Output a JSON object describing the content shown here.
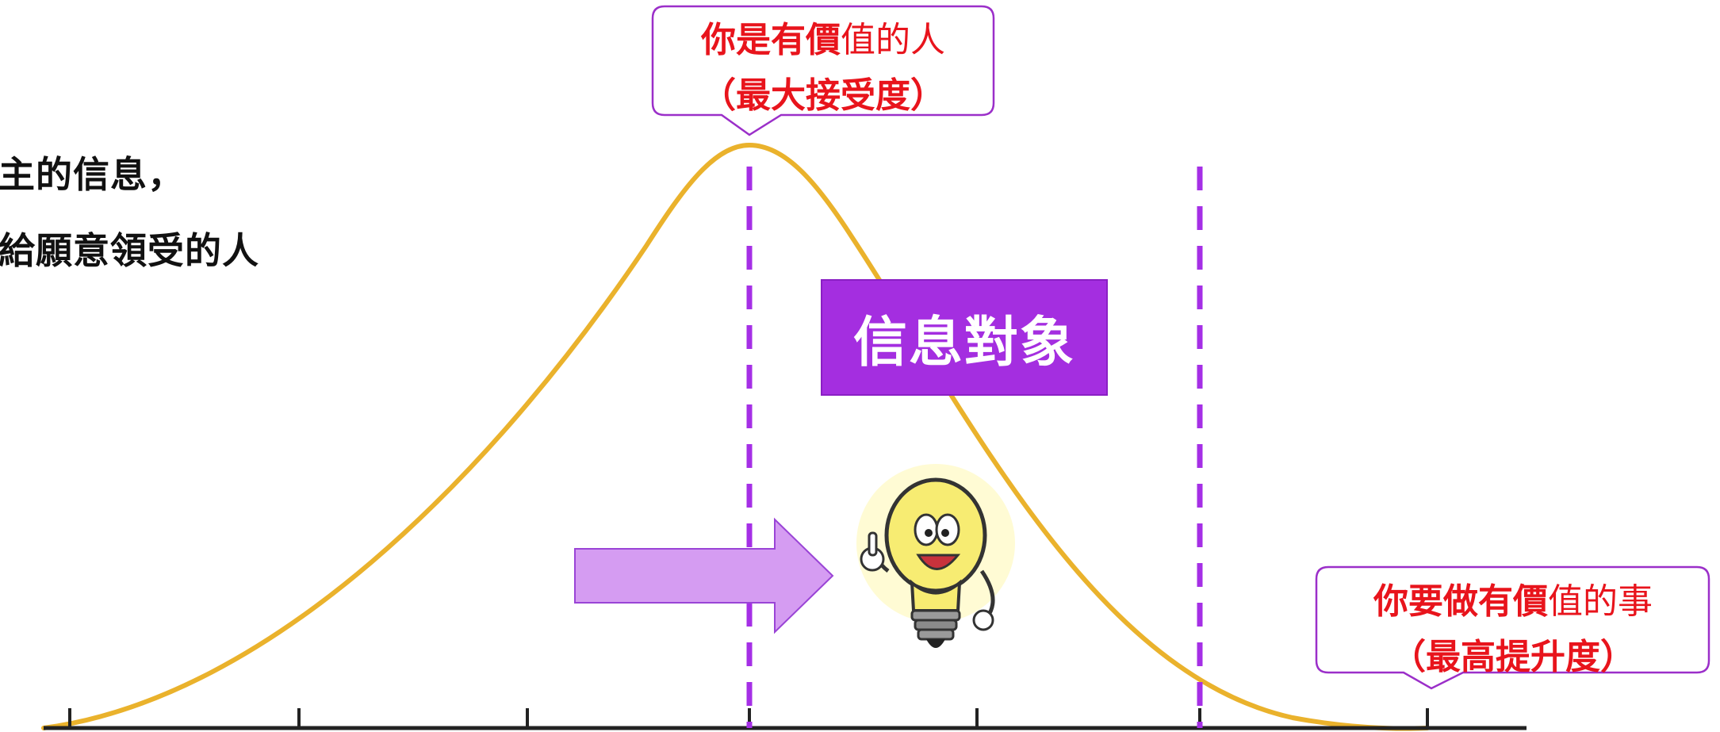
{
  "text_lines": [
    "主的信息，",
    "給願意領受的人"
  ],
  "top_callout": {
    "line1_bold": "你是有價",
    "line1_plain": "值的人",
    "line2": "（最大接受度）"
  },
  "right_callout": {
    "line1_bold": "你要做有價",
    "line1_plain": "值的事",
    "line2": "（最高提升度）"
  },
  "audience_box_label": "信息對象",
  "colors": {
    "curve": "#eab22c",
    "dashed_lines": "#a52fe6",
    "arrow": "#d59cf2",
    "audience_box": "#a42ee0",
    "callout_text": "#e8141c",
    "callout_border": "#9b2fc9"
  },
  "icons": {
    "bulb": "lightbulb-mascot-icon"
  }
}
